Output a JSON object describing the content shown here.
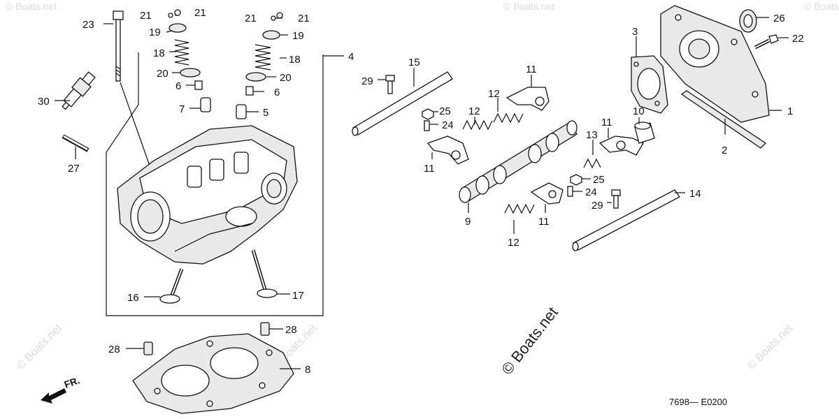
{
  "diagram": {
    "catalog_code": "7698— E0200",
    "front_label": "FR.",
    "watermark_main": "© Boats.net",
    "watermark_small": "© Boats.net",
    "labels": {
      "l1": "1",
      "l2": "2",
      "l3": "3",
      "l4": "4",
      "l5": "5",
      "l6a": "6",
      "l6b": "6",
      "l7": "7",
      "l8": "8",
      "l9": "9",
      "l10": "10",
      "l11a": "11",
      "l11b": "11",
      "l11c": "11",
      "l11d": "11",
      "l12a": "12",
      "l12b": "12",
      "l12c": "12",
      "l13": "13",
      "l14": "14",
      "l15": "15",
      "l16": "16",
      "l17": "17",
      "l18a": "18",
      "l18b": "18",
      "l19a": "19",
      "l19b": "19",
      "l20a": "20",
      "l20b": "20",
      "l21a": "21",
      "l21b": "21",
      "l21c": "21",
      "l21d": "21",
      "l22": "22",
      "l23": "23",
      "l24a": "24",
      "l24b": "24",
      "l25a": "25",
      "l25b": "25",
      "l26": "26",
      "l27": "27",
      "l28a": "28",
      "l28b": "28",
      "l29a": "29",
      "l29b": "29",
      "l30": "30"
    }
  }
}
